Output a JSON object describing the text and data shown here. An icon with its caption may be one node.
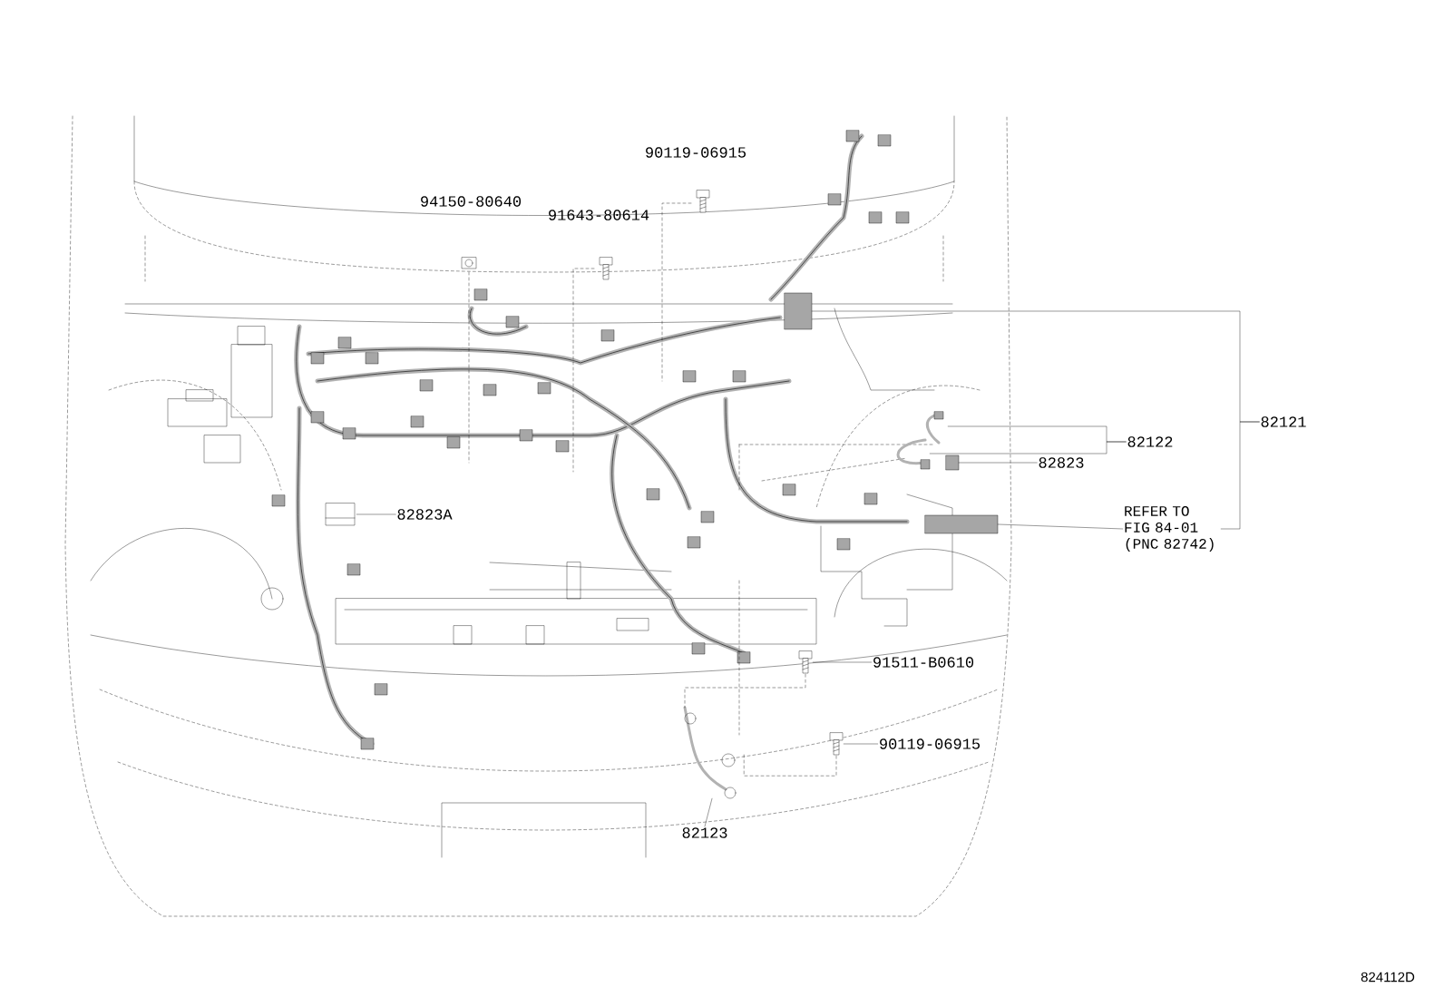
{
  "diagram": {
    "nodes": [
      {
        "text": [
          "82121"
        ]
      },
      {
        "text": [],
        "shape": "box"
      },
      {
        "text": [
          "82122"
        ]
      },
      {
        "text": [],
        "shape": "picture"
      },
      {
        "text": [],
        "shape": "picture"
      },
      {
        "text": [
          "82823"
        ]
      },
      {
        "text": [],
        "shape": "box"
      },
      {
        "text": [
          "REFER TO FIG 84-01 (PNC 82742)"
        ]
      },
      {
        "text": [],
        "shape": "box"
      },
      {
        "text": [
          "82823A"
        ]
      },
      {
        "text": [],
        "shape": "picture"
      },
      {
        "text": [
          "91511-B0610"
        ]
      },
      {
        "text": [],
        "shape": "picture"
      },
      {
        "text": [
          "90119-06915"
        ]
      },
      {
        "text": [],
        "shape": "picture"
      },
      {
        "text": [
          "82123"
        ]
      },
      {
        "text": [],
        "shape": "picture"
      }
    ],
    "edges": [
      {
        "from": 0,
        "to": 1,
        "arrow": "none"
      },
      {
        "from": 2,
        "to": 3,
        "arrow": "none"
      },
      {
        "from": 2,
        "to": 4,
        "arrow": "none"
      },
      {
        "from": 5,
        "to": 6,
        "arrow": "none"
      },
      {
        "from": 7,
        "to": 8,
        "arrow": "none"
      },
      {
        "from": 9,
        "to": 10,
        "arrow": "none"
      },
      {
        "from": 11,
        "to": 12,
        "arrow": "none"
      },
      {
        "from": 13,
        "to": 14,
        "arrow": "none"
      },
      {
        "from": 15,
        "to": 16,
        "arrow": "none"
      },
      {
        "from": 0,
        "to": 7,
        "arrow": "none"
      },
      {
        "from": 12,
        "to": 16,
        "arrow": "none",
        "style": "dashed"
      },
      {
        "from": 14,
        "to": 16,
        "arrow": "none",
        "style": "dashed"
      }
    ],
    "labels": [
      "90119-06915",
      "94150-80640",
      "91643-80614",
      "824112D"
    ]
  }
}
